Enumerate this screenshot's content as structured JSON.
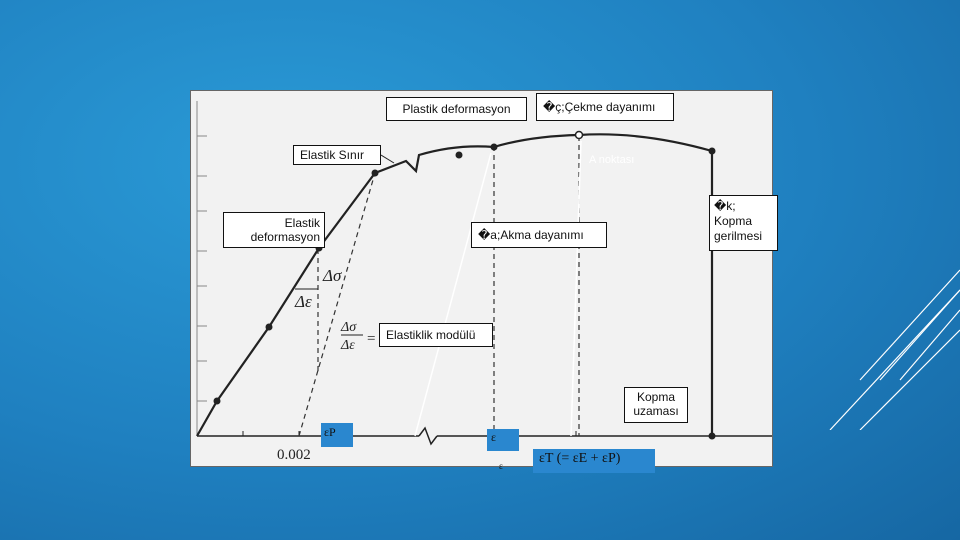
{
  "labels": {
    "plastic_deformation": "Plastik deformasyon",
    "tensile_strength": "�ç;Çekme dayanımı",
    "elastic_limit": "Elastik Sınır",
    "point_a": "A noktası",
    "fracture_stress": "�k; Kopma gerilmesi",
    "elastic_deformation": "Elastik deformasyon",
    "yield_strength": "�a;Akma dayanımı",
    "elastic_modulus": "Elastiklik modülü",
    "fracture_elongation": "Kopma uzaması",
    "eps_p": "εP",
    "eps": "ε",
    "eps_t": "εT (= εE + εP)",
    "offset_value": "0.002",
    "delta_sigma": "Δσ",
    "delta_eps": "Δε",
    "modulus_fraction_num": "Δσ",
    "modulus_fraction_den": "Δε",
    "eps_small": "ε"
  },
  "colors": {
    "background": "#1f80c0",
    "accent_box": "#2a87cf",
    "panel": "#f2f2f2",
    "curve": "#222222"
  }
}
